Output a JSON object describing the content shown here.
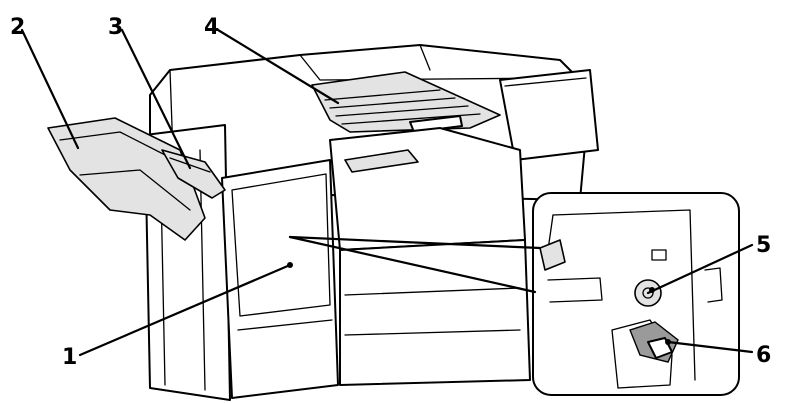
{
  "callouts": [
    {
      "id": "1",
      "label": "1"
    },
    {
      "id": "2",
      "label": "2"
    },
    {
      "id": "3",
      "label": "3"
    },
    {
      "id": "4",
      "label": "4"
    },
    {
      "id": "5",
      "label": "5"
    },
    {
      "id": "6",
      "label": "6"
    }
  ],
  "colors": {
    "line": "#000000",
    "shade": "#e3e3e3",
    "dark_part": "#9a9a9a",
    "background": "#ffffff"
  }
}
